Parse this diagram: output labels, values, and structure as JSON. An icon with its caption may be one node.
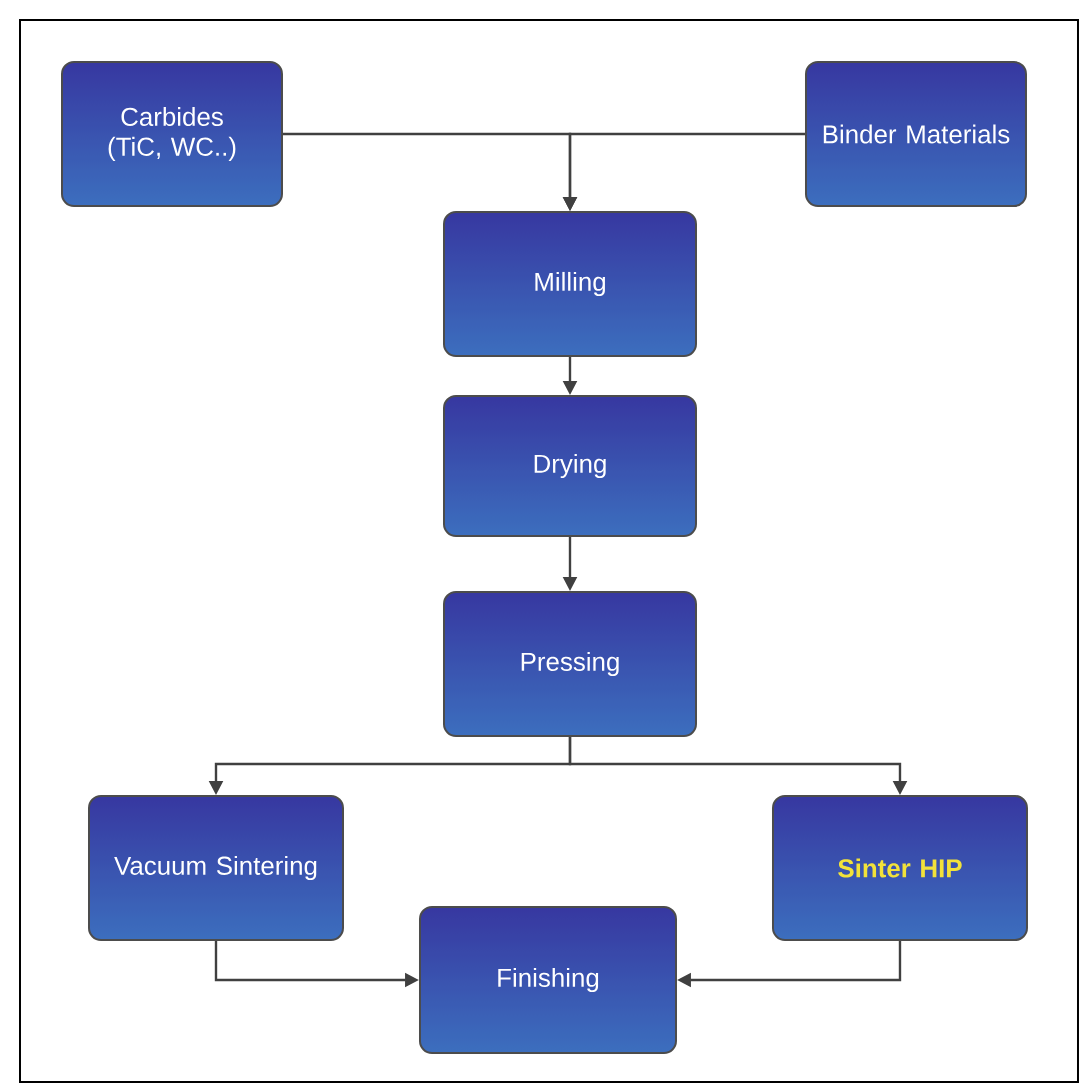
{
  "diagram": {
    "nodes": [
      {
        "text": [
          "Carbides (TiC, WC..)"
        ]
      },
      {
        "text": [
          "Binder Materials"
        ]
      },
      {
        "text": [
          "Milling"
        ]
      },
      {
        "text": [
          "Drying"
        ]
      },
      {
        "text": [
          "Pressing"
        ]
      },
      {
        "text": [
          "Vacuum Sintering"
        ]
      },
      {
        "text": [
          "Sinter HIP"
        ]
      },
      {
        "text": [
          "Finishing"
        ]
      }
    ],
    "edges": [
      {
        "from": 0,
        "to": 2,
        "arrow": "to"
      },
      {
        "from": 1,
        "to": 2,
        "arrow": "to"
      },
      {
        "from": 2,
        "to": 3,
        "arrow": "to"
      },
      {
        "from": 3,
        "to": 4,
        "arrow": "to"
      },
      {
        "from": 4,
        "to": 5,
        "arrow": "to"
      },
      {
        "from": 4,
        "to": 6,
        "arrow": "to"
      },
      {
        "from": 5,
        "to": 7,
        "arrow": "to"
      },
      {
        "from": 6,
        "to": 7,
        "arrow": "to"
      }
    ]
  }
}
